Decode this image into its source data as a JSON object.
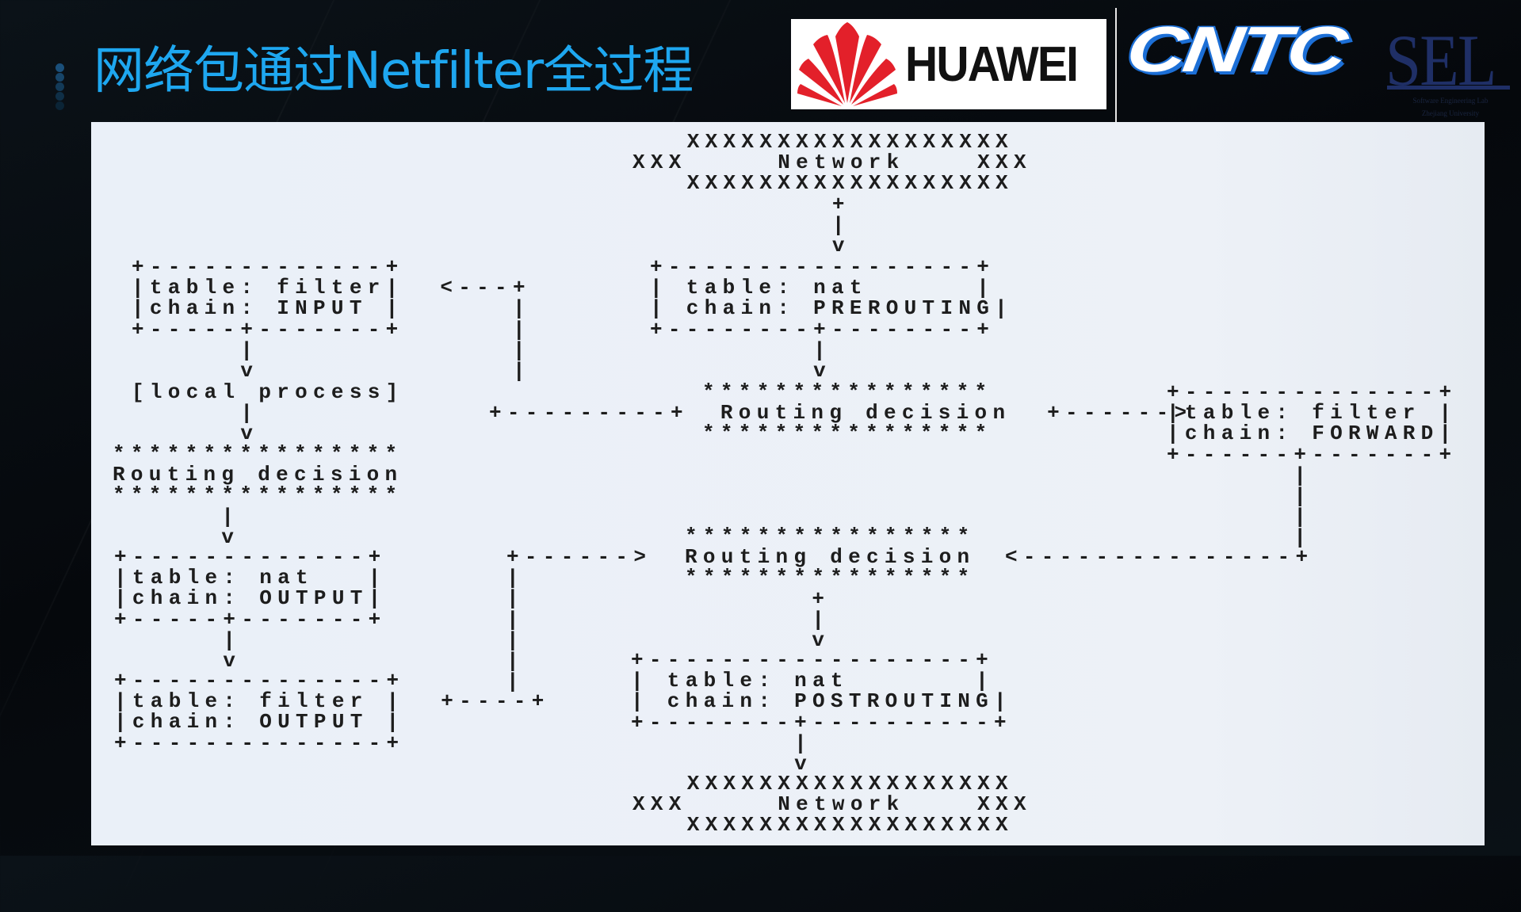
{
  "slide": {
    "title": "网络包通过Netfilter全过程",
    "accent_color": "#1ea7f0",
    "logos": {
      "huawei": {
        "text": "HUAWEI",
        "petal_color": "#e3202a"
      },
      "cntc": {
        "text": "CNTC",
        "outline_color": "#1c6fd6"
      },
      "sel": {
        "text": "SEL",
        "sub1": "Software Engineering Lab",
        "sub2": "Zhejiang University",
        "color": "#1f2f66"
      }
    }
  },
  "diagram": {
    "network_top": "   XXXXXXXXXXXXXXXXXX\nXXX     Network    XXX\n   XXXXXXXXXXXXXXXXXX\n           +\n           |\n           v",
    "prerouting_box": "+-----------------+\n| table: nat      |\n| chain: PREROUTING|\n+--------+--------+\n         |\n         v",
    "input_box": "+-------------+\n|table: filter|  <---+\n|chain: INPUT |      |\n+-----+-------+      |\n      |              |\n      v              |",
    "local_process": "[local process]\n      |\n      v",
    "route_mid": "****************\n Routing decision  +------>\n****************",
    "route_mid_left": "+---------+",
    "forward_box": "+--------------+\n|table: filter |\n|chain: FORWARD|\n+------+-------+\n       |\n       |\n       |\n       |",
    "route_left": "****************\nRouting decision\n****************\n      |\n      v",
    "nat_output_box": "+-------------+\n|table: nat   |\n|chain: OUTPUT|\n+-----+-------+\n      |\n      v",
    "filter_output_box": "+--------------+\n|table: filter |  +----+\n|chain: OUTPUT |\n+--------------+",
    "left_connector": "+------>\n|\n|\n|\n|\n|\n|",
    "route_low": "****************\nRouting decision\n****************\n       +\n       |\n       v",
    "forward_return": "<---------------+",
    "postrouting_box": "+------------------+\n| table: nat       |\n| chain: POSTROUTING|\n+--------+----------+\n         |\n         v",
    "network_bottom": "   XXXXXXXXXXXXXXXXXX\nXXX     Network    XXX\n   XXXXXXXXXXXXXXXXXX"
  }
}
